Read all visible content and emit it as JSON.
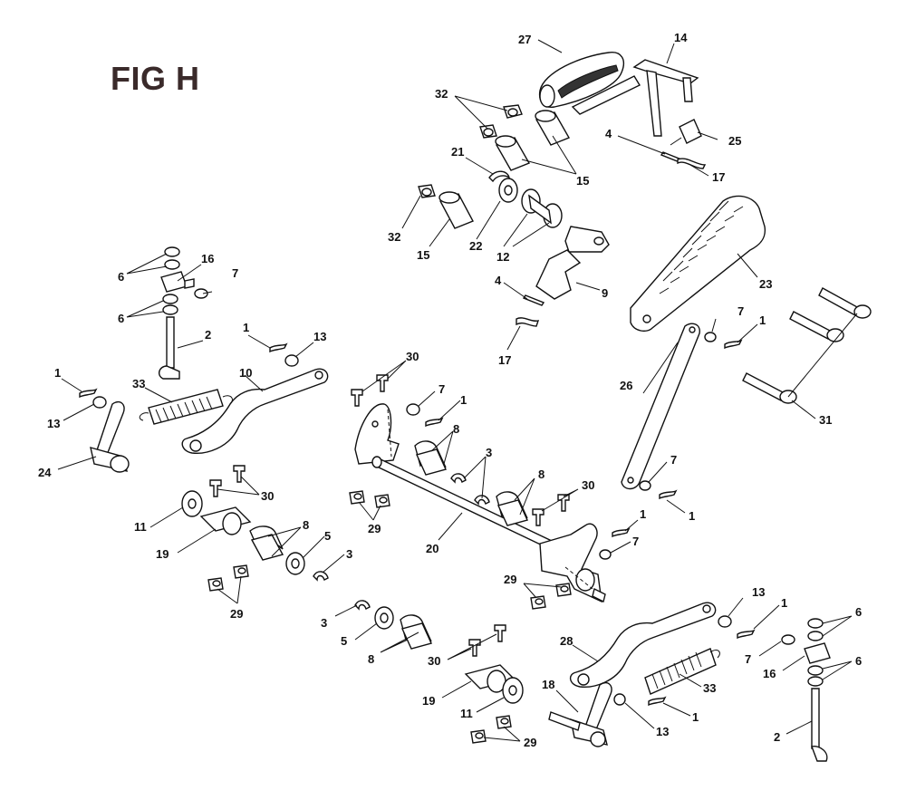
{
  "figure": {
    "title": "FIG H"
  },
  "callouts": [
    {
      "id": "c27a",
      "text": "27"
    },
    {
      "id": "c14a",
      "text": "14"
    },
    {
      "id": "c32a",
      "text": "32"
    },
    {
      "id": "c4a",
      "text": "4"
    },
    {
      "id": "c25a",
      "text": "25"
    },
    {
      "id": "c17a",
      "text": "17"
    },
    {
      "id": "c21a",
      "text": "21"
    },
    {
      "id": "c15a",
      "text": "15"
    },
    {
      "id": "c32b",
      "text": "32"
    },
    {
      "id": "c15b",
      "text": "15"
    },
    {
      "id": "c22a",
      "text": "22"
    },
    {
      "id": "c12a",
      "text": "12"
    },
    {
      "id": "c23a",
      "text": "23"
    },
    {
      "id": "c4b",
      "text": "4"
    },
    {
      "id": "c9a",
      "text": "9"
    },
    {
      "id": "c17b",
      "text": "17"
    },
    {
      "id": "c6a",
      "text": "6"
    },
    {
      "id": "c16a",
      "text": "16"
    },
    {
      "id": "c7a",
      "text": "7"
    },
    {
      "id": "c6b",
      "text": "6"
    },
    {
      "id": "c2a",
      "text": "2"
    },
    {
      "id": "c1a",
      "text": "1"
    },
    {
      "id": "c13a",
      "text": "13"
    },
    {
      "id": "c10a",
      "text": "10"
    },
    {
      "id": "c33a",
      "text": "33"
    },
    {
      "id": "c1b",
      "text": "1"
    },
    {
      "id": "c13b",
      "text": "13"
    },
    {
      "id": "c24a",
      "text": "24"
    },
    {
      "id": "c30a",
      "text": "30"
    },
    {
      "id": "c7b",
      "text": "7"
    },
    {
      "id": "c1c",
      "text": "1"
    },
    {
      "id": "c8a",
      "text": "8"
    },
    {
      "id": "c7c",
      "text": "7"
    },
    {
      "id": "c1d",
      "text": "1"
    },
    {
      "id": "c26a",
      "text": "26"
    },
    {
      "id": "c31a",
      "text": "31"
    },
    {
      "id": "c3a",
      "text": "3"
    },
    {
      "id": "c8b",
      "text": "8"
    },
    {
      "id": "c30b",
      "text": "30"
    },
    {
      "id": "c29a",
      "text": "29"
    },
    {
      "id": "c20a",
      "text": "20"
    },
    {
      "id": "c7d",
      "text": "7"
    },
    {
      "id": "c1e",
      "text": "1"
    },
    {
      "id": "c1f",
      "text": "1"
    },
    {
      "id": "c30c",
      "text": "30"
    },
    {
      "id": "c11a",
      "text": "11"
    },
    {
      "id": "c8c",
      "text": "8"
    },
    {
      "id": "c19a",
      "text": "19"
    },
    {
      "id": "c5a",
      "text": "5"
    },
    {
      "id": "c3b",
      "text": "3"
    },
    {
      "id": "c29b",
      "text": "29"
    },
    {
      "id": "c29c",
      "text": "29"
    },
    {
      "id": "c7e",
      "text": "7"
    },
    {
      "id": "c13c",
      "text": "13"
    },
    {
      "id": "c1g",
      "text": "1"
    },
    {
      "id": "c6c",
      "text": "6"
    },
    {
      "id": "c3c",
      "text": "3"
    },
    {
      "id": "c5b",
      "text": "5"
    },
    {
      "id": "c8d",
      "text": "8"
    },
    {
      "id": "c28a",
      "text": "28"
    },
    {
      "id": "c7f",
      "text": "7"
    },
    {
      "id": "c16b",
      "text": "16"
    },
    {
      "id": "c6d",
      "text": "6"
    },
    {
      "id": "c30d",
      "text": "30"
    },
    {
      "id": "c33b",
      "text": "33"
    },
    {
      "id": "c18a",
      "text": "18"
    },
    {
      "id": "c19b",
      "text": "19"
    },
    {
      "id": "c1h",
      "text": "1"
    },
    {
      "id": "c11b",
      "text": "11"
    },
    {
      "id": "c13d",
      "text": "13"
    },
    {
      "id": "c29d",
      "text": "29"
    },
    {
      "id": "c2b",
      "text": "2"
    }
  ]
}
